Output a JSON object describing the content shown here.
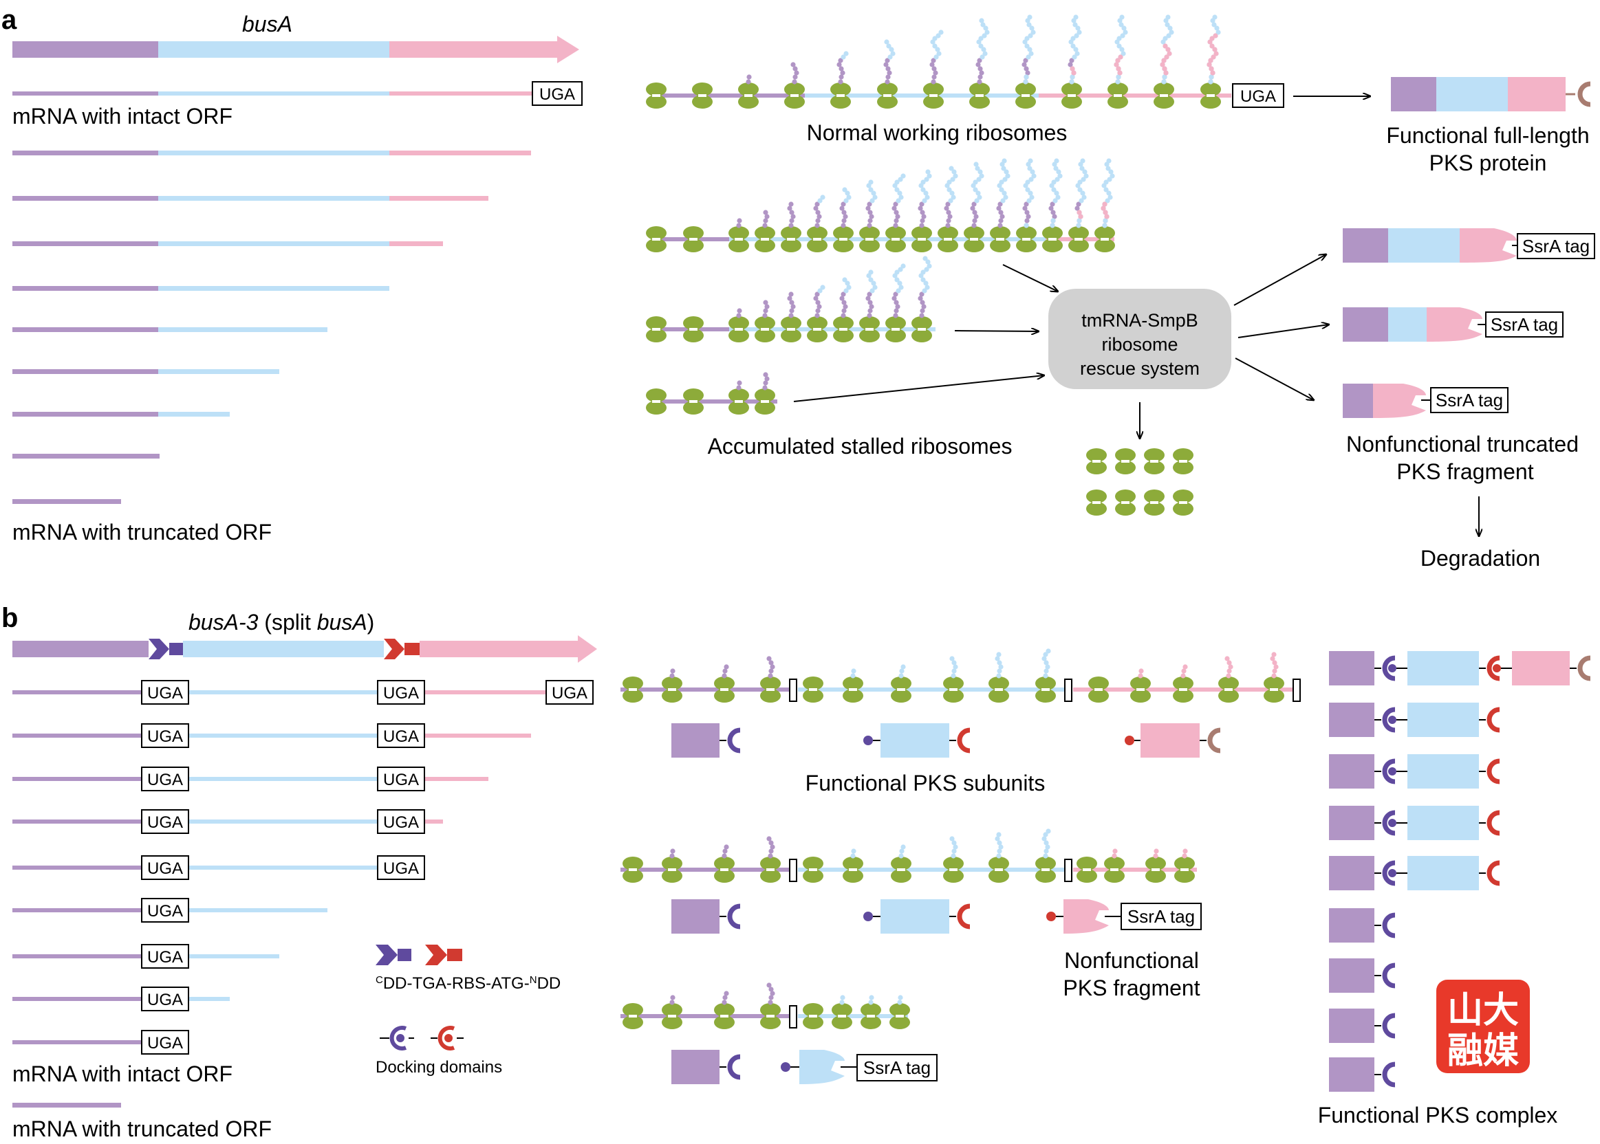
{
  "colors": {
    "purple": "#b195c5",
    "blue": "#bde0f7",
    "pink": "#f3b3c7",
    "green": "#8dab3a",
    "gray": "#d1d1d1",
    "dd_purple": "#5f4a9e",
    "dd_red": "#d13a30",
    "dd_tan": "#a87c70",
    "logo_red": "#e8392a"
  },
  "panel_a": {
    "letter": "a",
    "gene_label": "busA",
    "stop_codon": "UGA",
    "intact_label": "mRNA with intact ORF",
    "truncated_label": "mRNA with truncated ORF",
    "normal_label": "Normal working ribosomes",
    "full_length_line1": "Functional full-length",
    "full_length_line2": "PKS protein",
    "stalled_label": "Accumulated stalled ribosomes",
    "rescue_line1": "tmRNA-SmpB",
    "rescue_line2": "ribosome",
    "rescue_line3": "rescue system",
    "ssra_tag": "SsrA tag",
    "nonfunctional_line1": "Nonfunctional truncated",
    "nonfunctional_line2": "PKS fragment",
    "degradation_label": "Degradation"
  },
  "panel_b": {
    "letter": "b",
    "gene_label_italic1": "busA-3",
    "gene_label_plain": " (split ",
    "gene_label_italic2": "busA",
    "gene_label_close": ")",
    "stop_codon": "UGA",
    "intact_label": "mRNA with intact ORF",
    "truncated_label": "mRNA with truncated ORF",
    "legend_sup1": "C",
    "legend_mid": "DD-TGA-RBS-ATG-",
    "legend_sup2": "N",
    "legend_end": "DD",
    "docking_label": "Docking domains",
    "subunits_label": "Functional PKS subunits",
    "ssra_tag": "SsrA tag",
    "nonfunctional_line1": "Nonfunctional",
    "nonfunctional_line2": "PKS fragment",
    "complex_label": "Functional PKS complex",
    "logo_text1": "山大",
    "logo_text2": "融媒"
  }
}
